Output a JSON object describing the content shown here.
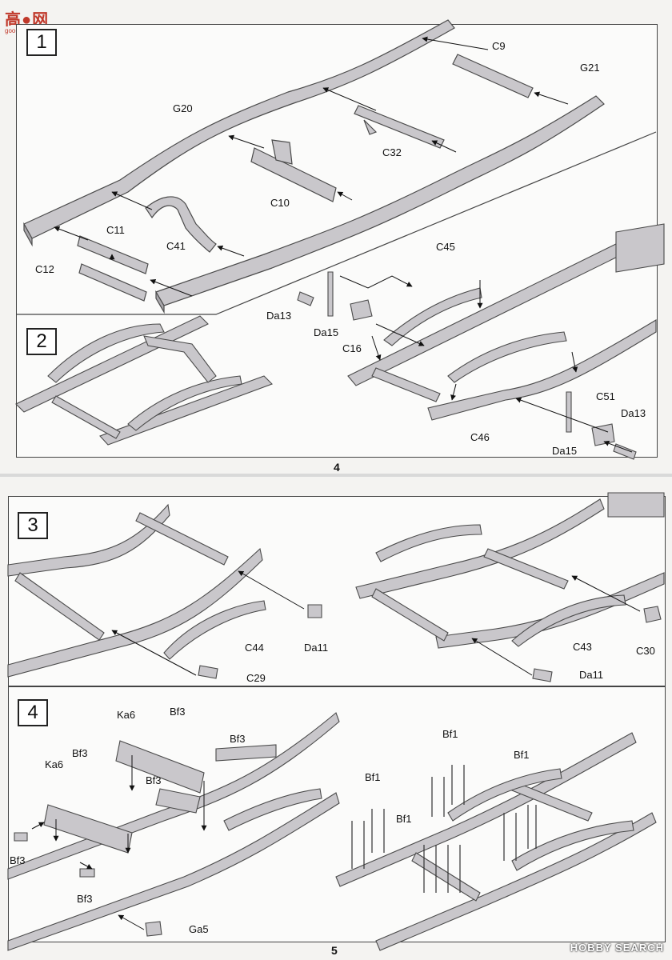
{
  "watermark": {
    "chars": "高●网",
    "url": "goo-shop.com"
  },
  "page_top": {
    "page_number": "4",
    "step1": {
      "number": "1",
      "parts": {
        "c9": "C9",
        "g21": "G21",
        "g20": "G20",
        "c32": "C32",
        "c10": "C10",
        "c41": "C41",
        "c11": "C11",
        "c12": "C12"
      }
    },
    "step2": {
      "number": "2",
      "parts": {
        "c45": "C45",
        "da13a": "Da13",
        "da15a": "Da15",
        "c16": "C16",
        "c51": "C51",
        "da13b": "Da13",
        "c46": "C46",
        "da15b": "Da15"
      }
    }
  },
  "page_bottom": {
    "page_number": "5",
    "step3": {
      "number": "3",
      "parts": {
        "c44": "C44",
        "da11a": "Da11",
        "c29": "C29",
        "c43": "C43",
        "c30": "C30",
        "da11b": "Da11"
      }
    },
    "step4": {
      "number": "4",
      "parts": {
        "ka6a": "Ka6",
        "bf3a": "Bf3",
        "ka6b": "Ka6",
        "bf3b": "Bf3",
        "bf3c": "Bf3",
        "bf3d": "Bf3",
        "bf3e": "Bf3",
        "bf3f": "Bf3",
        "ga5": "Ga5",
        "bf1a": "Bf1",
        "bf1b": "Bf1",
        "bf1c": "Bf1",
        "bf1d": "Bf1"
      }
    }
  },
  "footer_logo": "HOBBY SEARCH",
  "colors": {
    "part": "#c9c7cb",
    "edge": "#4a4a4a",
    "frame": "#444444"
  }
}
